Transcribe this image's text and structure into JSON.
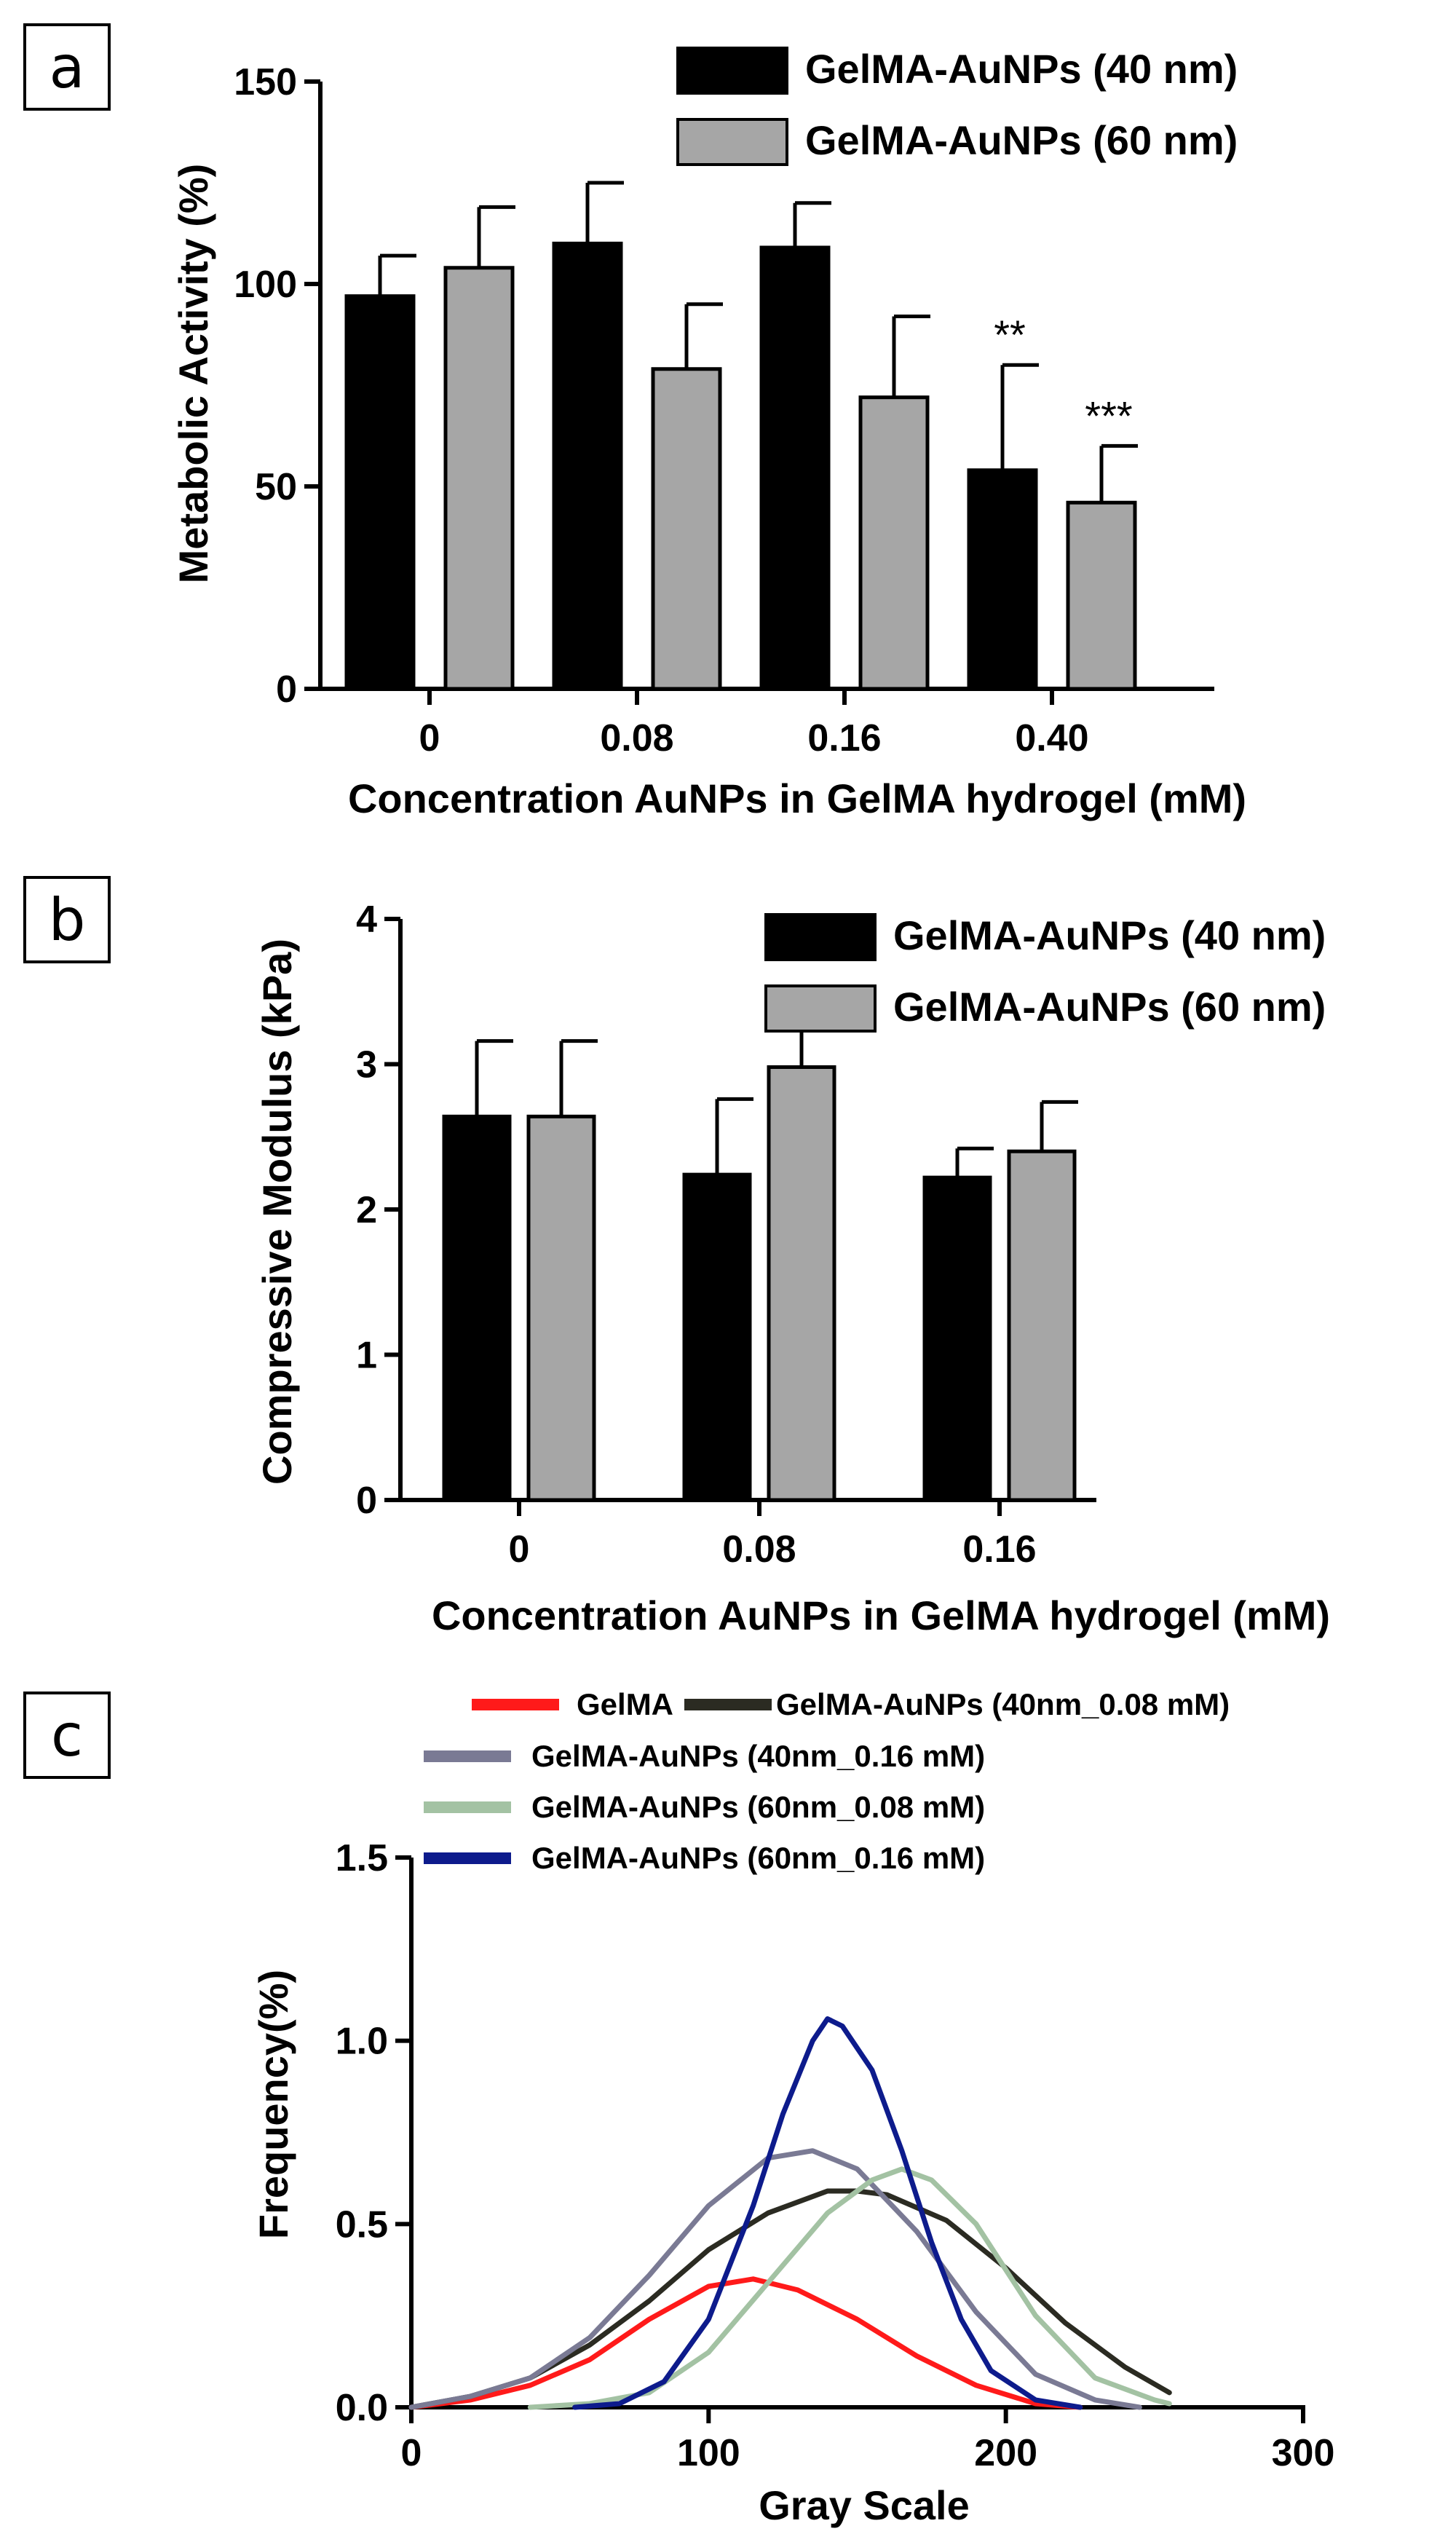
{
  "chart_data": [
    {
      "panel_label": "a",
      "type": "bar",
      "xlabel": "Concentration AuNPs in GelMA hydrogel (mM)",
      "ylabel": "Metabolic Activity (%)",
      "ylim": [
        0,
        150
      ],
      "yticks": [
        "0",
        "50",
        "100",
        "150"
      ],
      "categories": [
        "0",
        "0.08",
        "0.16",
        "0.40"
      ],
      "legend_position": "top-right",
      "series": [
        {
          "name": "GelMA-AuNPs (40 nm)",
          "color": "#000000",
          "values": [
            97,
            110,
            109,
            54
          ],
          "errors": [
            10,
            15,
            11,
            26
          ]
        },
        {
          "name": "GelMA-AuNPs (60 nm)",
          "color": "#a6a6a6",
          "values": [
            104,
            79,
            72,
            46
          ],
          "errors": [
            15,
            16,
            20,
            14
          ]
        }
      ],
      "annotations": [
        {
          "category": 3,
          "series": 0,
          "text": "**"
        },
        {
          "category": 3,
          "series": 1,
          "text": "***"
        }
      ]
    },
    {
      "panel_label": "b",
      "type": "bar",
      "xlabel": "Concentration AuNPs in GelMA hydrogel (mM)",
      "ylabel": "Compressive Modulus (kPa)",
      "ylim": [
        0,
        4
      ],
      "yticks": [
        "0",
        "1",
        "2",
        "3",
        "4"
      ],
      "categories": [
        "0",
        "0.08",
        "0.16"
      ],
      "legend_position": "top-right",
      "series": [
        {
          "name": "GelMA-AuNPs (40 nm)",
          "color": "#000000",
          "values": [
            2.64,
            2.24,
            2.22
          ],
          "errors": [
            0.52,
            0.52,
            0.2
          ]
        },
        {
          "name": "GelMA-AuNPs (60 nm)",
          "color": "#a6a6a6",
          "values": [
            2.64,
            2.98,
            2.4
          ],
          "errors": [
            0.52,
            0.26,
            0.34
          ]
        }
      ]
    },
    {
      "panel_label": "c",
      "type": "line",
      "xlabel": "Gray Scale",
      "ylabel": "Frequency(%)",
      "xlim": [
        0,
        300
      ],
      "ylim": [
        0,
        1.5
      ],
      "xticks": [
        "0",
        "100",
        "200",
        "300"
      ],
      "yticks": [
        "0.0",
        "0.5",
        "1.0",
        "1.5"
      ],
      "legend_position": "top",
      "series": [
        {
          "name": "GelMA",
          "color": "#ff1a1a",
          "x": [
            0,
            20,
            40,
            60,
            80,
            100,
            115,
            130,
            150,
            170,
            190,
            210,
            225
          ],
          "y": [
            0,
            0.02,
            0.06,
            0.13,
            0.24,
            0.33,
            0.35,
            0.32,
            0.24,
            0.14,
            0.06,
            0.01,
            0
          ]
        },
        {
          "name": "GelMA-AuNPs (40nm_0.08 mM)",
          "color": "#2b2b22",
          "x": [
            0,
            20,
            40,
            60,
            80,
            100,
            120,
            140,
            150,
            160,
            180,
            200,
            220,
            240,
            255
          ],
          "y": [
            0,
            0.03,
            0.08,
            0.17,
            0.29,
            0.43,
            0.53,
            0.59,
            0.59,
            0.58,
            0.51,
            0.38,
            0.23,
            0.11,
            0.04
          ]
        },
        {
          "name": "GelMA-AuNPs (40nm_0.16 mM)",
          "color": "#7a7a94",
          "x": [
            0,
            20,
            40,
            60,
            80,
            100,
            120,
            135,
            150,
            170,
            190,
            210,
            230,
            245
          ],
          "y": [
            0,
            0.03,
            0.08,
            0.19,
            0.36,
            0.55,
            0.68,
            0.7,
            0.65,
            0.48,
            0.26,
            0.09,
            0.02,
            0
          ]
        },
        {
          "name": "GelMA-AuNPs (60nm_0.08 mM)",
          "color": "#a3c2a3",
          "x": [
            40,
            60,
            80,
            100,
            120,
            140,
            155,
            165,
            175,
            190,
            210,
            230,
            250,
            255
          ],
          "y": [
            0,
            0.01,
            0.04,
            0.15,
            0.34,
            0.53,
            0.62,
            0.65,
            0.62,
            0.5,
            0.25,
            0.08,
            0.02,
            0.01
          ]
        },
        {
          "name": "GelMA-AuNPs (60nm_0.16 mM)",
          "color": "#0d1b8c",
          "x": [
            55,
            70,
            85,
            100,
            115,
            125,
            135,
            140,
            145,
            155,
            165,
            175,
            185,
            195,
            210,
            225
          ],
          "y": [
            0,
            0.01,
            0.07,
            0.24,
            0.55,
            0.8,
            1.0,
            1.06,
            1.04,
            0.92,
            0.7,
            0.45,
            0.24,
            0.1,
            0.02,
            0
          ]
        }
      ]
    }
  ]
}
